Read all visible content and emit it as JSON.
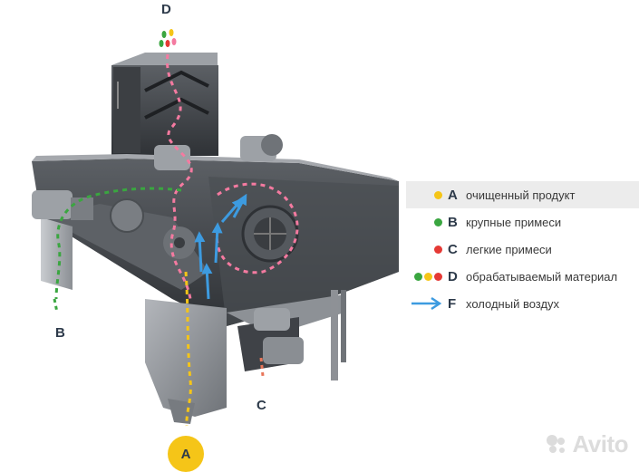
{
  "labels": {
    "d": "D",
    "b": "B",
    "c": "C",
    "a": "A"
  },
  "legend": [
    {
      "key": "A",
      "text": "очищенный продукт",
      "colors": [
        "#f5c518"
      ]
    },
    {
      "key": "B",
      "text": "крупные примеси",
      "colors": [
        "#3aa640"
      ]
    },
    {
      "key": "C",
      "text": "легкие примеси",
      "colors": [
        "#e53935"
      ]
    },
    {
      "key": "D",
      "text": "обрабатываемый материал",
      "colors": [
        "#3aa640",
        "#f5c518",
        "#e53935"
      ]
    },
    {
      "key": "F",
      "text": "холодный воздух",
      "icon": "arrow-right-icon",
      "arrow_color": "#3d9be0"
    }
  ],
  "colors": {
    "product_yellow": "#f5c518",
    "impurity_green": "#3aa640",
    "light_red": "#e53935",
    "material_pink": "#f47aa0",
    "air_blue": "#3d9be0",
    "metal": "#8e9196"
  },
  "watermark": {
    "text": "Avito",
    "icon": "avito-logo-icon"
  }
}
